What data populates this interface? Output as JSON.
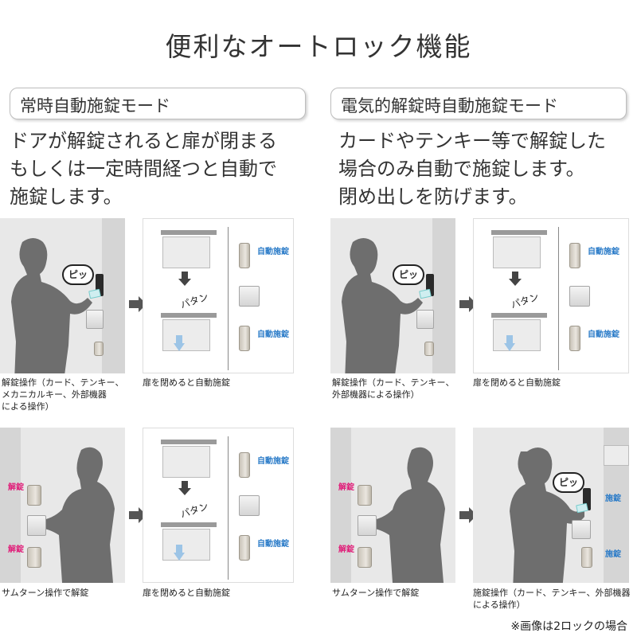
{
  "title": "便利なオートロック機能",
  "left_mode": {
    "heading": "常時自動施錠モード",
    "desc_lines": [
      "ドアが解錠されると扉が閉まる",
      "もしくは一定時間経つと自動で",
      "施錠します。"
    ]
  },
  "right_mode": {
    "heading": "電気的解錠時自動施錠モード",
    "desc_lines": [
      "カードやテンキー等で解錠した",
      "場合のみ自動で施錠します。",
      "閉め出しを防げます。"
    ]
  },
  "labels": {
    "beep": "ピッ",
    "patan": "パタン",
    "auto_lock": "自動施錠",
    "unlock": "解錠",
    "lock": "施錠"
  },
  "captions": {
    "tl1": [
      "解錠操作（カード、テンキー、",
      "メカニカルキー、外部機器",
      "による操作）"
    ],
    "tl2": [
      "扉を閉めると自動施錠"
    ],
    "tr1": [
      "解錠操作（カード、テンキー、",
      "外部機器による操作）"
    ],
    "tr2": [
      "扉を閉めると自動施錠"
    ],
    "bl1": [
      "サムターン操作で解錠"
    ],
    "bl2": [
      "扉を閉めると自動施錠"
    ],
    "br1": [
      "サムターン操作で解錠"
    ],
    "br2": [
      "施錠操作（カード、テンキー、外部機器",
      "による操作）"
    ]
  },
  "footnote": "※画像は2ロックの場合",
  "colors": {
    "silhouette": "#6e6e6e",
    "panel_bg": "#e8e8e8",
    "arrow": "#555555",
    "accent_blue": "#2a7bc8",
    "accent_pink": "#e0207a"
  }
}
